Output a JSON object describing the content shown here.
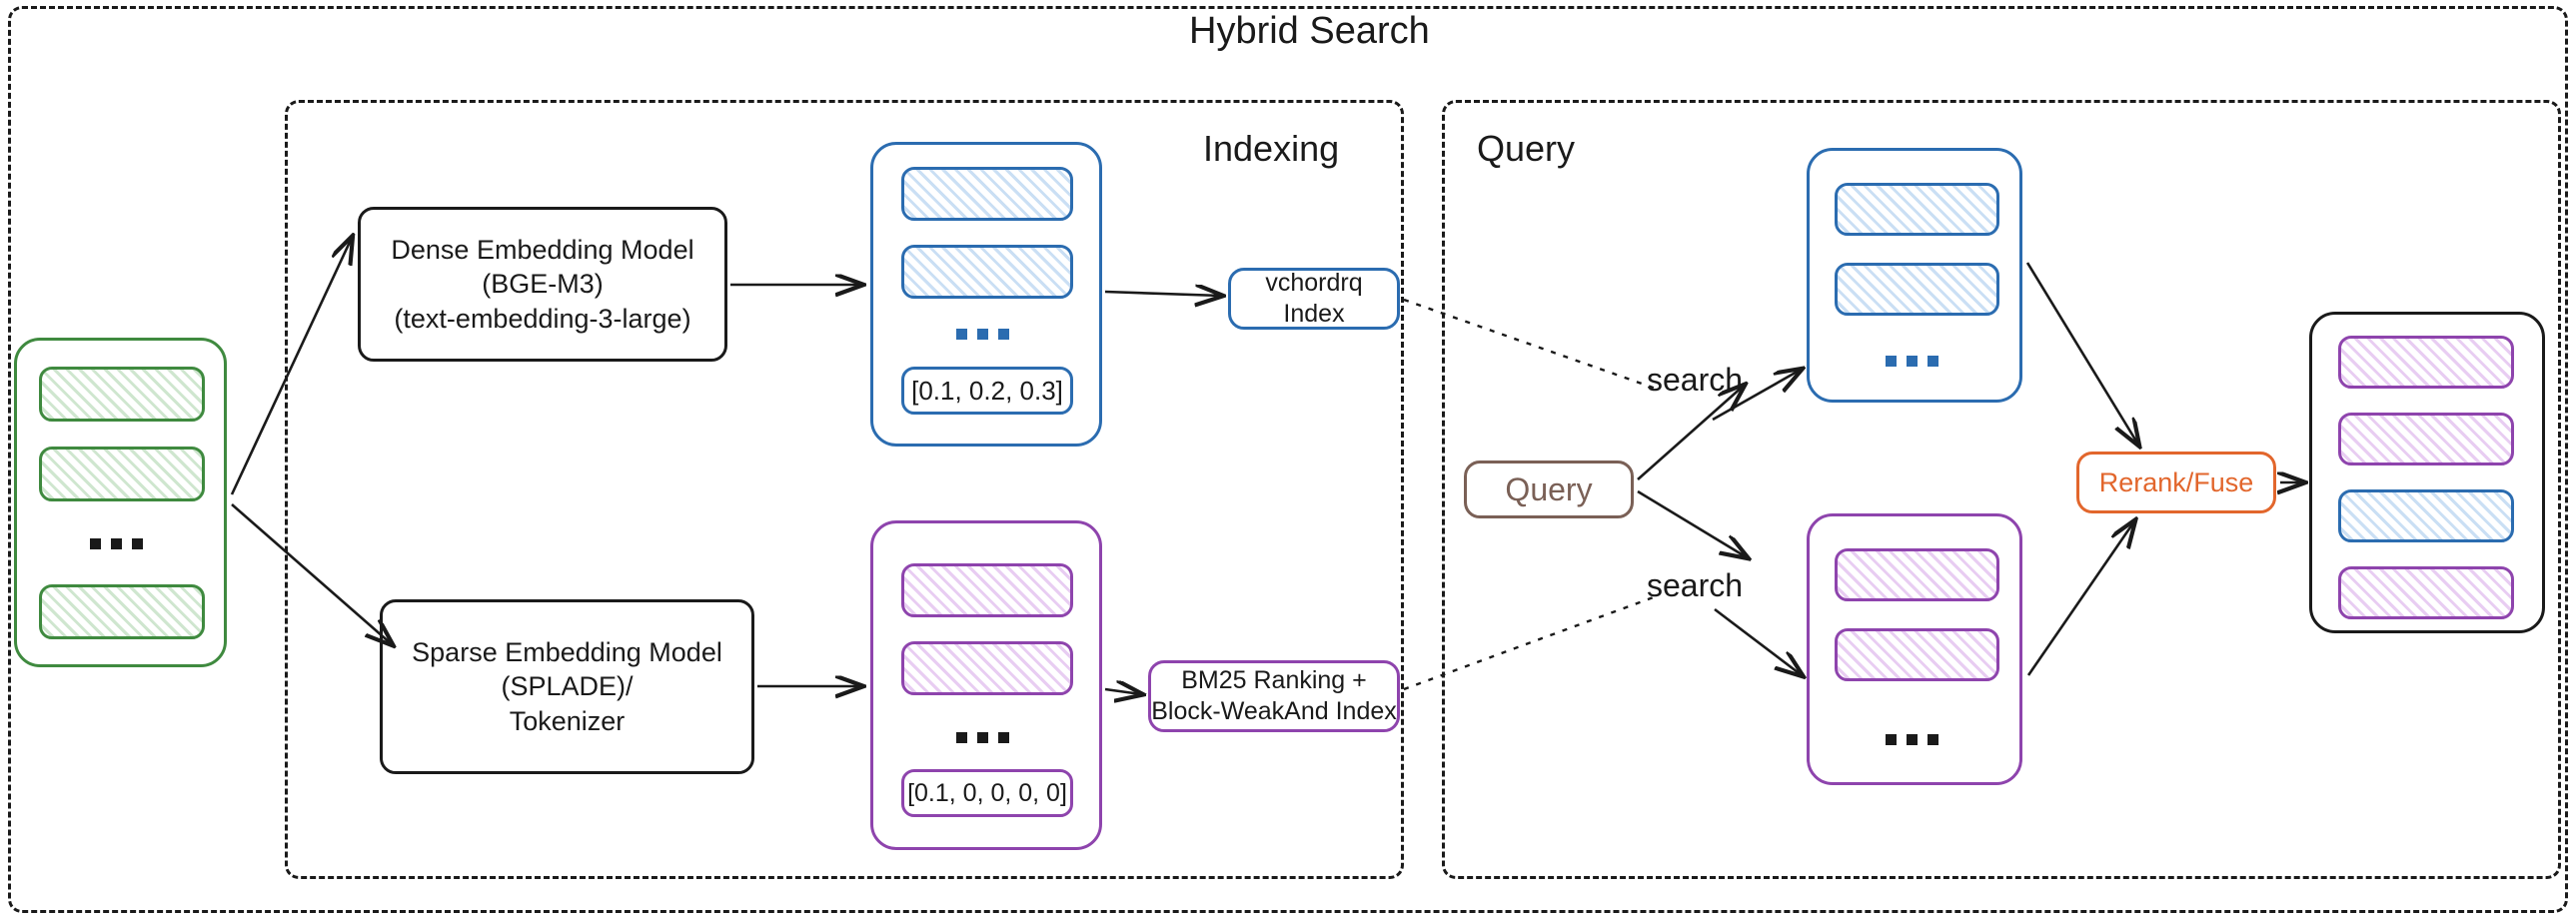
{
  "diagram": {
    "title": "Hybrid Search",
    "groups": [
      {
        "id": "indexing",
        "label": "Indexing"
      },
      {
        "id": "query",
        "label": "Query"
      }
    ],
    "colors": {
      "green": "#3f8a3f",
      "green_fill": "#eaf5ea",
      "blue": "#2b6cb0",
      "blue_fill": "#eaf2fb",
      "purple": "#8e44ad",
      "purple_fill": "#f6eafb",
      "black": "#1a1a1a",
      "orange": "#e2662c",
      "brown": "#7a6056"
    },
    "nodes": {
      "source_docs": {
        "name": "source-documents",
        "items": 3,
        "ellipsis": "..."
      },
      "dense_model": {
        "lines": [
          "Dense Embedding Model",
          "(BGE-M3)",
          "(text-embedding-3-large)"
        ]
      },
      "sparse_model": {
        "lines": [
          "Sparse Embedding Model",
          "(SPLADE)/",
          "Tokenizer"
        ]
      },
      "dense_vectors": {
        "items": 2,
        "ellipsis": "...",
        "value": "[0.1, 0.2, 0.3]"
      },
      "sparse_vectors": {
        "items": 2,
        "ellipsis": "...",
        "value": "[0.1, 0, 0, 0, 0]"
      },
      "vchordrq_index": {
        "lines": [
          "vchordrq",
          "Index"
        ]
      },
      "bm25_index": {
        "lines": [
          "BM25 Ranking +",
          "Block-WeakAnd Index"
        ]
      },
      "query_node": {
        "label": "Query"
      },
      "dense_results": {
        "items": 2,
        "ellipsis": "..."
      },
      "sparse_results": {
        "items": 2,
        "ellipsis": "..."
      },
      "rerank_fuse": {
        "label": "Rerank/Fuse"
      },
      "final_results": {
        "items": [
          "purple",
          "purple",
          "blue",
          "purple"
        ]
      }
    },
    "edges": {
      "search_dense_label": "search",
      "search_sparse_label": "search"
    }
  }
}
